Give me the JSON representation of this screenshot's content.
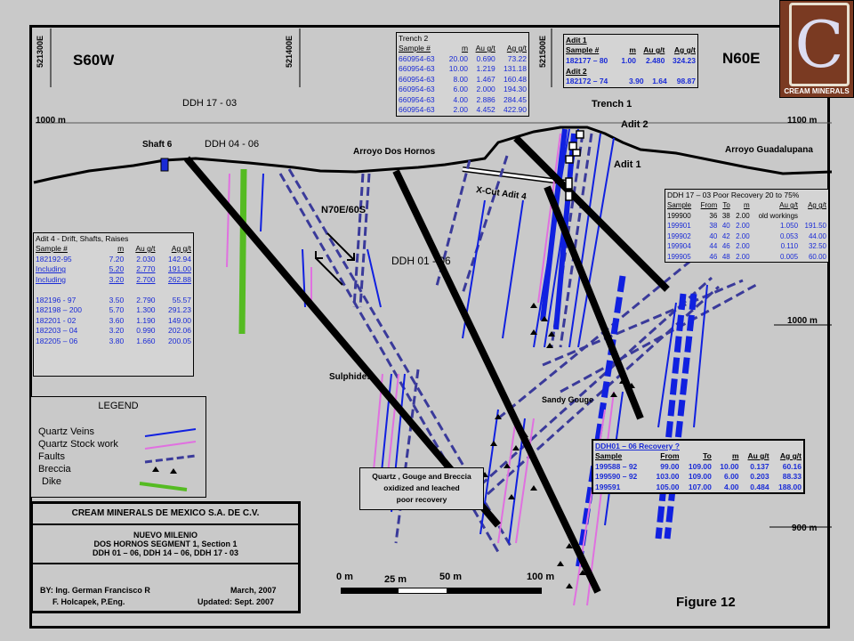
{
  "grid": {
    "e1": "521300E",
    "e2": "521400E",
    "e3": "521500E"
  },
  "directions": {
    "left": "S60W",
    "right": "N60E"
  },
  "elevations": {
    "left_1000": "1000 m",
    "right_1100": "1100 m",
    "right_1000": "1000 m",
    "right_900": "900 m"
  },
  "labels": {
    "ddh1703": "DDH 17 - 03",
    "shaft6": "Shaft 6",
    "ddh0406": "DDH 04 - 06",
    "arroyo_dh": "Arroyo Dos Hornos",
    "trench1": "Trench 1",
    "adit2": "Adit 2",
    "adit1": "Adit 1",
    "arroyo_g": "Arroyo Guadalupana",
    "xcut": "X-Cut Adit 4",
    "n70e": "N70E/60S",
    "ddh0106": "DDH 01 - 06",
    "sulphides": "Sulphides",
    "sandy": "Sandy Gouge",
    "quartz_note": [
      "Quartz , Gouge and Breccia",
      "oxidized and leached",
      "poor recovery"
    ]
  },
  "trench2": {
    "title": "Trench 2",
    "headers": [
      "Sample #",
      "m",
      "Au g/t",
      "Ag g/t"
    ],
    "rows": [
      [
        "660954-63",
        "20.00",
        "0.690",
        "73.22"
      ],
      [
        "660954-63",
        "10.00",
        "1.219",
        "131.18"
      ],
      [
        "660954-63",
        "8.00",
        "1.467",
        "160.48"
      ],
      [
        "660954-63",
        "6.00",
        "2.000",
        "194.30"
      ],
      [
        "660954-63",
        "4.00",
        "2.886",
        "284.45"
      ],
      [
        "660954-63",
        "2.00",
        "4.452",
        "422.90"
      ]
    ]
  },
  "adits": {
    "title1": "Adit 1",
    "headers": [
      "Sample #",
      "m",
      "Au g/t",
      "Ag g/t"
    ],
    "row1": [
      "182177 – 80",
      "1.00",
      "2.480",
      "324.23"
    ],
    "title2": "Adit 2",
    "row2": [
      "182172 – 74",
      "3.90",
      "1.64",
      "98.87"
    ]
  },
  "adit4": {
    "title": "Adit 4 - Drift, Shafts, Raises",
    "headers": [
      "Sample #",
      "m",
      "Au g/t",
      "Ag g/t"
    ],
    "rows": [
      [
        "182192-95",
        "7.20",
        "2.030",
        "142.94"
      ],
      [
        "Including",
        "5.20",
        "2.770",
        "191.00"
      ],
      [
        "Including",
        "3.20",
        "2.700",
        "262.88"
      ],
      [
        "",
        "",
        " ",
        ""
      ],
      [
        "182196 - 97",
        "3.50",
        "2.790",
        "55.57"
      ],
      [
        "182198 – 200",
        "5.70",
        "1.300",
        "291.23"
      ],
      [
        "182201 - 02",
        "3.60",
        "1.190",
        "149.00"
      ],
      [
        "182203 – 04",
        "3.20",
        "0.990",
        "202.06"
      ],
      [
        "182205 – 06",
        "3.80",
        "1.660",
        "200.05"
      ]
    ]
  },
  "ddh1703table": {
    "title": "DDH 17 – 03  Poor Recovery 20 to 75%",
    "headers": [
      "Sample",
      "From",
      "To",
      "m",
      "Au g/t",
      "Ag g/t"
    ],
    "rows": [
      [
        "199900",
        "36",
        "38",
        "2.00",
        "old workings",
        ""
      ],
      [
        "199901",
        "38",
        "40",
        "2.00",
        "1.050",
        "191.50"
      ],
      [
        "199902",
        "40",
        "42",
        "2.00",
        "0.053",
        "44.00"
      ],
      [
        "199904",
        "44",
        "46",
        "2.00",
        "0.110",
        "32.50"
      ],
      [
        "199905",
        "46",
        "48",
        "2.00",
        "0.005",
        "60.00"
      ]
    ]
  },
  "ddh0106table": {
    "title": "DDH01 – 06 Recovery ?",
    "headers": [
      "Sample",
      "From",
      "To",
      "m",
      "Au g/t",
      "Ag g/t"
    ],
    "rows": [
      [
        "199588 – 92",
        "99.00",
        "109.00",
        "10.00",
        "0.137",
        "60.16"
      ],
      [
        "199590 – 92",
        "103.00",
        "109.00",
        "6.00",
        "0.203",
        "88.33"
      ],
      [
        "199591",
        "105.00",
        "107.00",
        "4.00",
        "0.484",
        "188.00"
      ]
    ]
  },
  "legend": {
    "title": "LEGEND",
    "items": [
      "Quartz Veins",
      "Quartz Stock work",
      "Faults",
      "Breccia",
      "Dike"
    ],
    "colors": {
      "vein": "#1020e0",
      "stockwork": "#e070e0",
      "fault": "#3a3a9a",
      "dike": "#55bb22"
    }
  },
  "titleblock": {
    "company": "CREAM MINERALS DE MEXICO S.A. DE C.V.",
    "project": "NUEVO MILENIO",
    "segment": "DOS HORNOS SEGMENT 1, Section 1",
    "holes": "DDH  01 – 06, DDH 14 – 06, DDH 17 - 03",
    "by": "BY:  Ing.  German Francisco R",
    "by2": "F. Holcapek, P.Eng.",
    "date": "March, 2007",
    "updated": "Updated:  Sept. 2007"
  },
  "scale": {
    "s0": "0 m",
    "s25": "25 m",
    "s50": "50 m",
    "s100": "100 m"
  },
  "figure": "Figure 12",
  "logo": {
    "letter": "C",
    "text": "CREAM MINERALS"
  }
}
